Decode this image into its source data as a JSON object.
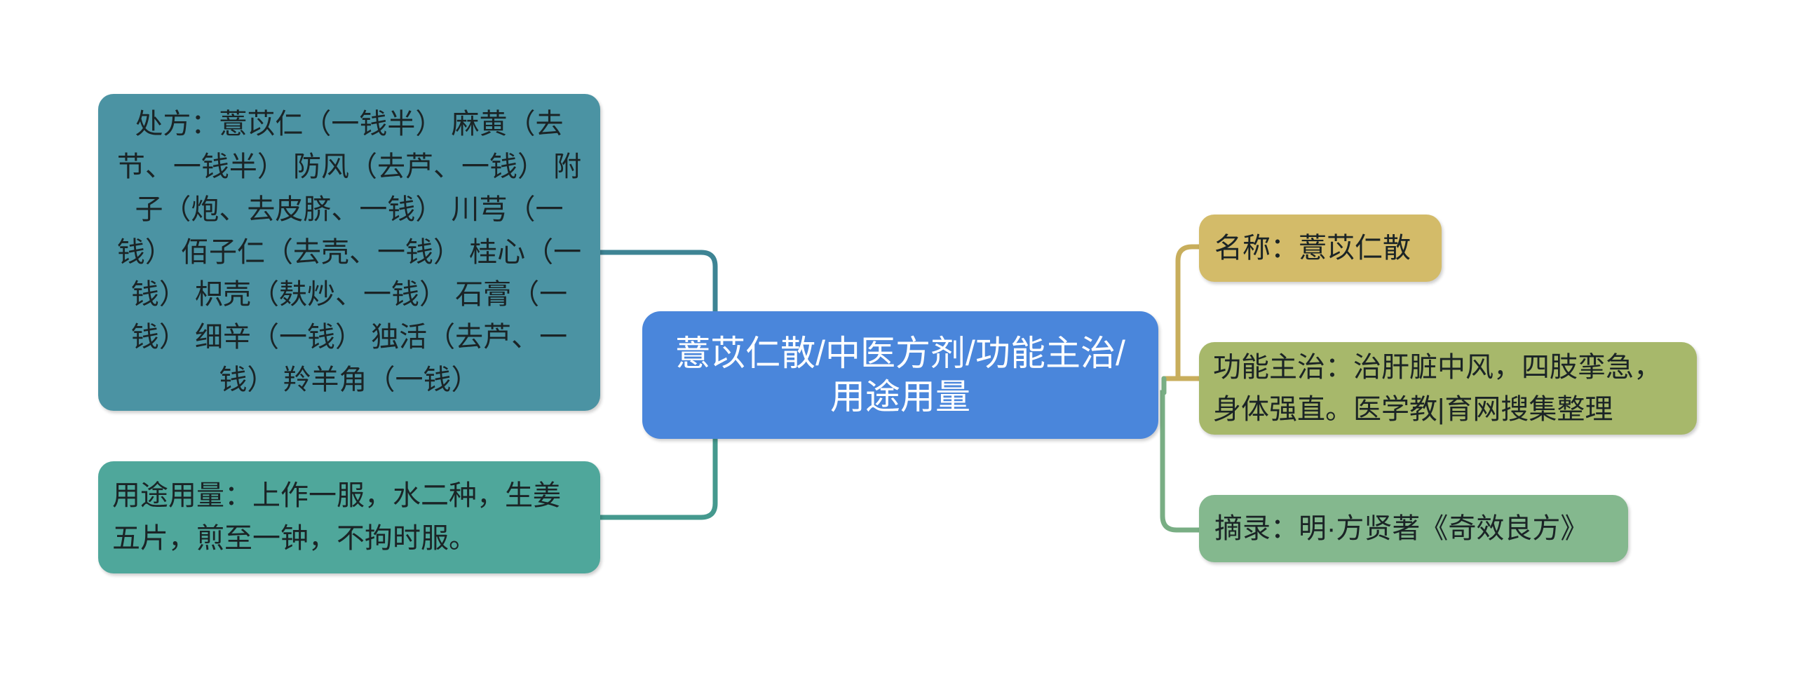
{
  "diagram": {
    "type": "mind-map",
    "orientation": "horizontal-bilateral",
    "background_color": "#FFFFFF",
    "center": {
      "label": "薏苡仁散/中医方剂/功能主治/用途用量",
      "color": "#4A86DB",
      "text_color": "#FFFFFF"
    },
    "left_branches": [
      {
        "name": "prescription",
        "label": "处方：薏苡仁（一钱半） 麻黄（去节、一钱半） 防风（去芦、一钱） 附子（炮、去皮脐、一钱） 川芎（一钱） 佰子仁（去壳、一钱） 桂心（一钱） 枳壳（麸炒、一钱） 石膏（一钱） 细辛（一钱） 独活（去芦、一钱） 羚羊角（一钱）",
        "color": "#4B93A3",
        "connector_color": "#3E8494"
      },
      {
        "name": "dosage",
        "label": "用途用量：上作一服，水二种，生姜五片，煎至一钟，不拘时服。",
        "color": "#4FA79B",
        "connector_color": "#45998E"
      }
    ],
    "right_branches": [
      {
        "name": "name",
        "label": "名称：薏苡仁散",
        "color": "#D3BB69",
        "connector_color": "#C8AE5C"
      },
      {
        "name": "indications",
        "label": "功能主治：治肝脏中风，四肢挛急，身体强直。医学教|育网搜集整理",
        "color": "#A7B86B",
        "connector_color": "#C8AE5C"
      },
      {
        "name": "source",
        "label": "摘录：明·方贤著《奇效良方》",
        "color": "#84B88E",
        "connector_color": "#79AE84"
      }
    ]
  }
}
